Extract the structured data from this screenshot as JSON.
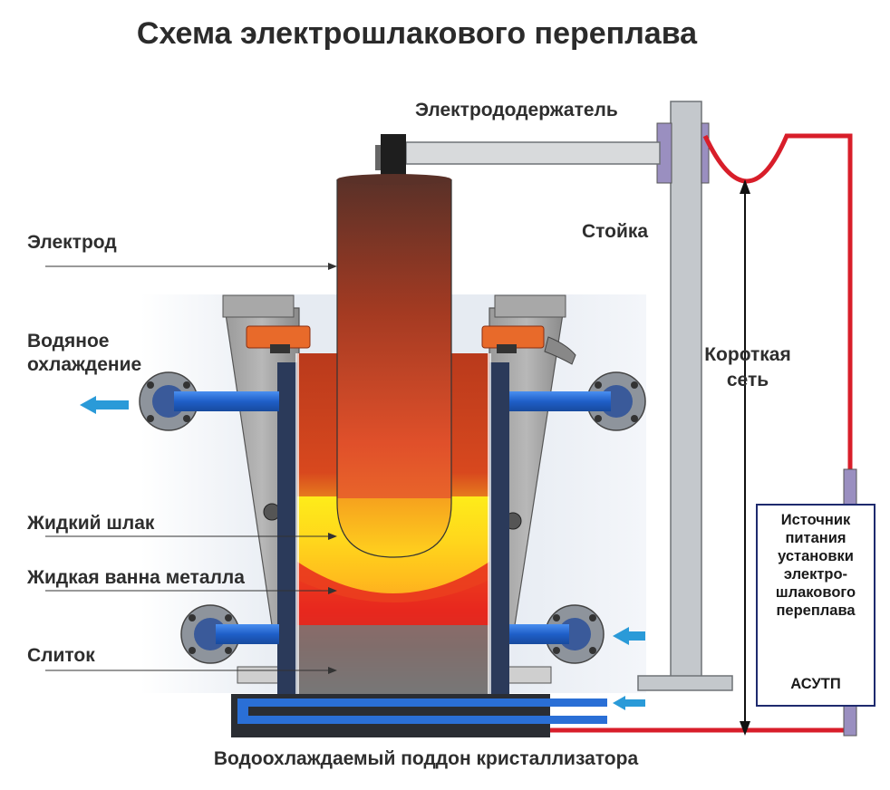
{
  "title": "Схема электрошлакового переплава",
  "labels": {
    "electrode_holder": "Электрододержатель",
    "stand": "Стойка",
    "electrode": "Электрод",
    "water_cooling": "Водяное\nохлаждение",
    "short_network": "Короткая\nсеть",
    "liquid_slag": "Жидкий шлак",
    "liquid_metal_bath": "Жидкая ванна металла",
    "ingot": "Слиток",
    "bottom_plate": "Водоохлаждаемый поддон кристаллизатора"
  },
  "power_source": {
    "name": "Источник\nпитания\nустановки\nэлектро-\nшлакового\nпереплава",
    "control": "АСУТП"
  },
  "colors": {
    "cable": "#d81e2a",
    "water": "#2a6fd6",
    "arrow": "#2a9ad8",
    "frame": "#b8bcc0",
    "box_border": "#1e2a6e"
  }
}
